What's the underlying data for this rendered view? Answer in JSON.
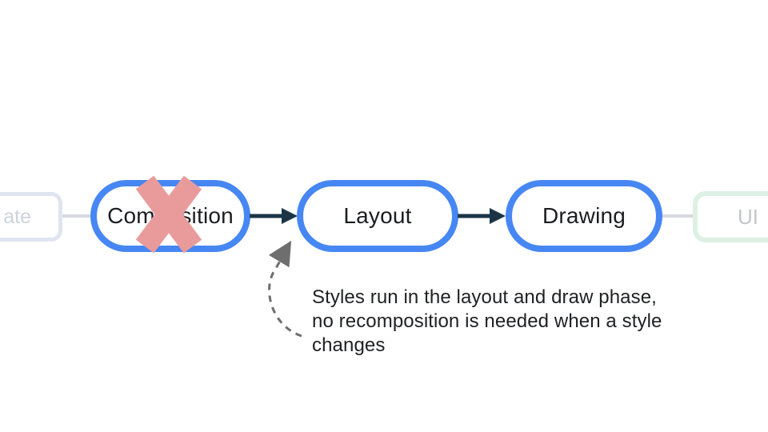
{
  "pipeline": {
    "left_partial_node": {
      "label": "ate"
    },
    "nodes": [
      {
        "label": "Composition",
        "crossed_out": true
      },
      {
        "label": "Layout",
        "crossed_out": false
      },
      {
        "label": "Drawing",
        "crossed_out": false
      }
    ],
    "right_partial_node": {
      "label": "UI"
    }
  },
  "annotation": {
    "lines": [
      "Styles run in the layout and draw phase,",
      "no recomposition is needed when a style",
      "changes"
    ]
  },
  "icons": {
    "x_mark": "x-mark-icon (crossed-out composition phase)",
    "flow_arrow": "arrow-right-icon (solid dark flow arrow)",
    "annotation_arrow": "curved-dashed-arrow-icon (points to Layout node)"
  },
  "colors": {
    "node_border_blue": "#4687f4",
    "flow_arrow_dark": "#1b3547",
    "cross_red": "#e99b9b",
    "faded_left_border": "#dfe5f0",
    "faded_left_text": "#ced3dd",
    "faded_right_border": "#ddf0e4",
    "faded_right_text": "#c3c7ca",
    "connector_gray": "#d6dae0",
    "dashed_arrow_gray": "#6e6e6e",
    "text_dark": "#202124",
    "background": "#ffffff"
  }
}
